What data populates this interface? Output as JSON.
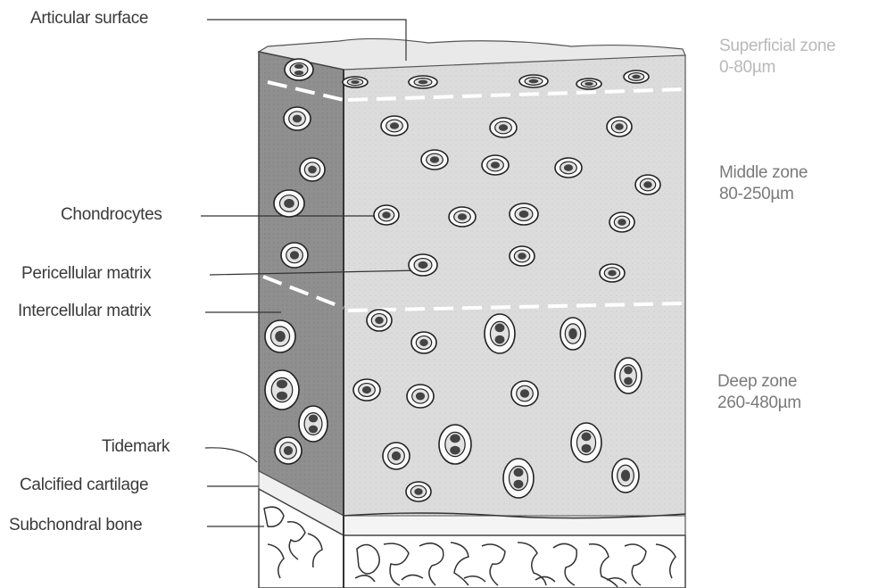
{
  "labels": {
    "articular_surface": "Articular surface",
    "chondrocytes": "Chondrocytes",
    "pericellular_matrix": "Pericellular matrix",
    "intercellular_matrix": "Intercellular matrix",
    "tidemark": "Tidemark",
    "calcified_cartilage": "Calcified cartilage",
    "subchondral_bone": "Subchondral bone"
  },
  "zones": {
    "superficial": {
      "name": "Superficial zone",
      "depth": "0-80µm"
    },
    "middle": {
      "name": "Middle zone",
      "depth": "80-250µm"
    },
    "deep": {
      "name": "Deep zone",
      "depth": "260-480µm"
    }
  },
  "colors": {
    "front_face": "#d9d9d9",
    "side_face": "#8e8e8e",
    "top_surface": "#e6e6e6",
    "label_text": "#3a3a3a",
    "zone_text_superficial": "#b8b8b8",
    "zone_text": "#7a7a7a"
  }
}
